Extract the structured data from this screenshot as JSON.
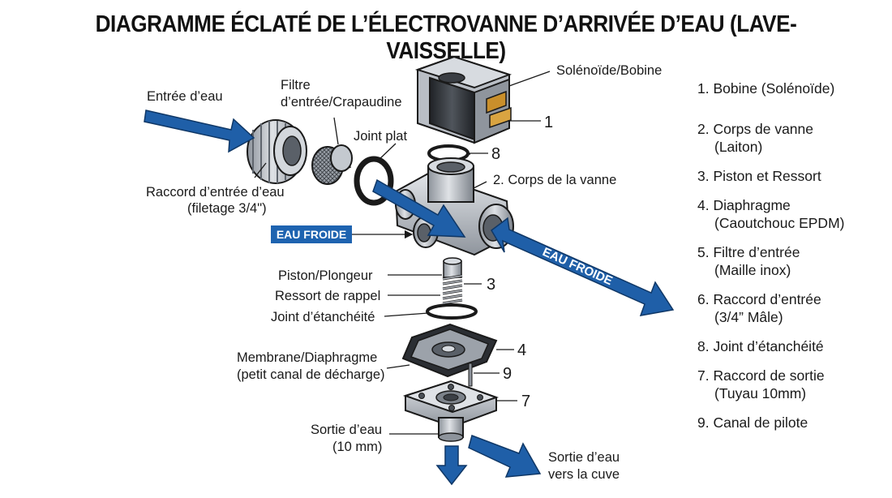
{
  "title": "DIAGRAMME ÉCLATÉ DE L’ÉLECTROVANNE D’ARRIVÉE D’EAU (LAVE-VAISSELLE)",
  "labels": {
    "water_inlet": "Entrée d’eau",
    "filter_l1": "Filtre",
    "filter_l2": "d’entrée/Crapaudine",
    "flat_joint": "Joint plat",
    "inlet_fitting_l1": "Raccord d’entrée d’eau",
    "inlet_fitting_l2": "(filetage 3/4\")",
    "cold_water_badge": "EAU FROIDE",
    "solenoid": "Solénoïde/Bobine",
    "valve_body": "2. Corps de la vanne",
    "cold_water_arrow": "EAU FROIDE",
    "piston": "Piston/Plongeur",
    "spring": "Ressort de rappel",
    "seal": "Joint d’étanchéité",
    "membrane_l1": "Membrane/Diaphragme",
    "membrane_l2": "(petit canal de décharge)",
    "outlet_l1": "Sortie d’eau",
    "outlet_l2": "(10 mm)",
    "outlet_tank_l1": "Sortie d’eau",
    "outlet_tank_l2": "vers la cuve"
  },
  "callouts": {
    "c1": "1",
    "c8": "8",
    "c3": "3",
    "c4": "4",
    "c9": "9",
    "c7": "7"
  },
  "legend": [
    {
      "l1": "1. Bobine (Solénoïde)",
      "l2": ""
    },
    {
      "l1": "2. Corps de vanne",
      "l2": "(Laiton)"
    },
    {
      "l1": "3. Piston et Ressort",
      "l2": ""
    },
    {
      "l1": "4. Diaphragme",
      "l2": "(Caoutchouc EPDM)"
    },
    {
      "l1": "5. Filtre d’entrée",
      "l2": "(Maille inox)"
    },
    {
      "l1": "6. Raccord d’entrée",
      "l2": "(3/4” Mâle)"
    },
    {
      "l1": "8. Joint d’étanchéité",
      "l2": ""
    },
    {
      "l1": "7. Raccord de sortie",
      "l2": "(Tuyau 10mm)"
    },
    {
      "l1": "9. Canal de pilote",
      "l2": ""
    }
  ],
  "colors": {
    "arrow_blue": "#1f5fa8",
    "badge_blue": "#1e63b0",
    "metal_light": "#cfd3d8",
    "metal_mid": "#a9afb7",
    "metal_dark": "#6e747c",
    "coil_black": "#2a2d31",
    "outline": "#1a1a1a"
  }
}
